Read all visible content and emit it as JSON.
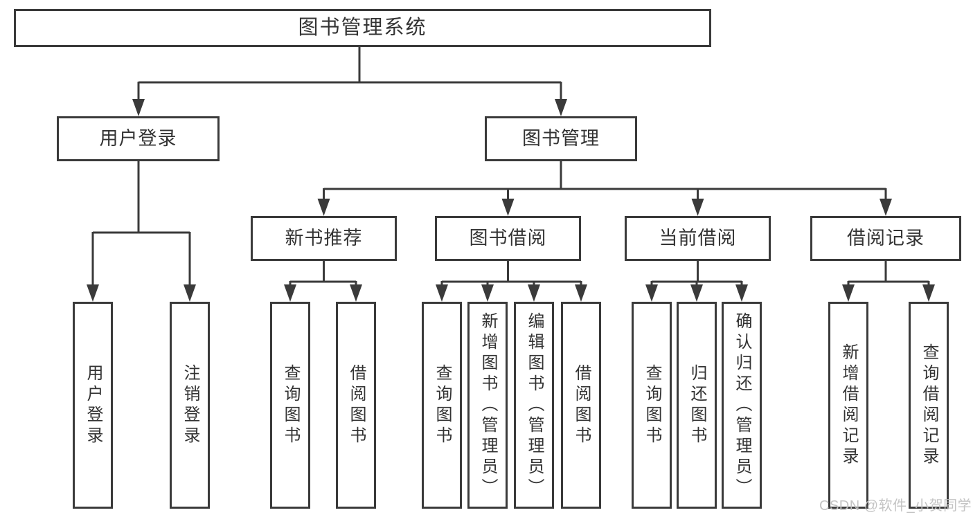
{
  "colors": {
    "line": "#3a3a3a",
    "box_border": "#3a3a3a",
    "text": "#333333",
    "node_background": "#ffffff",
    "page_background": "#ffffff",
    "watermark": "#c1c1c1"
  },
  "tree": {
    "root": {
      "label": "图书管理系统"
    },
    "branches": [
      {
        "label": "用户登录",
        "children": [
          "用户登录",
          "注销登录"
        ]
      },
      {
        "label": "图书管理",
        "groups": [
          {
            "label": "新书推荐",
            "children": [
              "查询图书",
              "借阅图书"
            ]
          },
          {
            "label": "图书借阅",
            "children": [
              "查询图书",
              "新增图书（管理员）",
              "编辑图书（管理员）",
              "借阅图书"
            ]
          },
          {
            "label": "当前借阅",
            "children": [
              "查询图书",
              "归还图书",
              "确认归还（管理员）"
            ]
          },
          {
            "label": "借阅记录",
            "children": [
              "新增借阅记录",
              "查询借阅记录"
            ]
          }
        ]
      }
    ]
  },
  "watermark": {
    "text": "CSDN @软件_小贺同学"
  }
}
